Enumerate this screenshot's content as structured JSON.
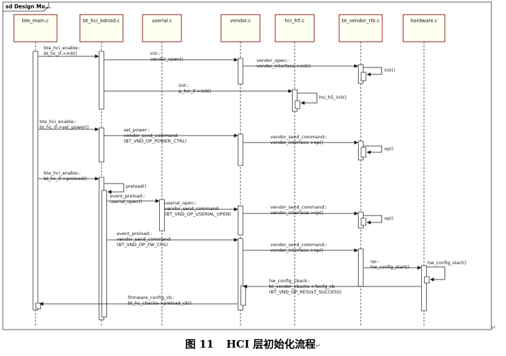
{
  "frame": {
    "title": "sd Design Mo..."
  },
  "participants": [
    {
      "name": "bte_main.c"
    },
    {
      "name": "bt_hci_bdroid.c"
    },
    {
      "name": "userial.c"
    },
    {
      "name": "vendor.c"
    },
    {
      "name": "hci_h5.c"
    },
    {
      "name": "bt_vendor_rtk.c"
    },
    {
      "name": "hardware.c"
    }
  ],
  "messages": [
    {
      "lines": [
        "bte_hci_enable::",
        "bt_hc_if->init()"
      ]
    },
    {
      "lines": [
        "init::",
        "vendor_open()"
      ]
    },
    {
      "lines": [
        "vendor_open::",
        "vendor_interface->init()"
      ]
    },
    {
      "lines": [
        "init()"
      ]
    },
    {
      "lines": [
        "init::",
        "p_hci_if->init()"
      ]
    },
    {
      "lines": [
        "hci_h5_init()"
      ]
    },
    {
      "lines": [
        "bte_hci_enable::",
        "bt_hc_if->set_power()"
      ]
    },
    {
      "lines": [
        "set_power::",
        "vendor_send_command",
        "(BT_VND_OP_POWER_CTRL)"
      ]
    },
    {
      "lines": [
        "vendor_send_command::",
        "vendor_interface->op()"
      ]
    },
    {
      "lines": [
        "op()"
      ]
    },
    {
      "lines": [
        "bte_hci_enable::",
        "bt_hc_if->preload()"
      ]
    },
    {
      "lines": [
        "preload()"
      ]
    },
    {
      "lines": [
        "event_preload::",
        "userial_open()"
      ]
    },
    {
      "lines": [
        "userial_open::",
        "vendor_send_command",
        "(BT_VND_OP_USERIAL_OPEN)"
      ]
    },
    {
      "lines": [
        "vendor_send_command::",
        "vendor_interface->op()"
      ]
    },
    {
      "lines": [
        "op()"
      ]
    },
    {
      "lines": [
        "event_preload::",
        "vendor_send_command",
        "(BT_VND_OP_FW_CFG)"
      ]
    },
    {
      "lines": [
        "vendor_send_command::",
        "vendor_interface->op()"
      ]
    },
    {
      "lines": [
        "op::",
        "hw_config_start()"
      ]
    },
    {
      "lines": [
        "hw_config_start()"
      ]
    },
    {
      "lines": [
        "hw_config_cback::",
        "bt_vendor_cbacks->fwcfg_cb",
        "(BT_VND_OP_RESULT_SUCCESS)"
      ]
    },
    {
      "lines": [
        "firmware_config_cb::",
        "bt_hc_cbacks->preload_cb()"
      ]
    }
  ],
  "caption": {
    "number": "图 11",
    "title": "HCI 层初始化流程",
    "mark": "↵"
  },
  "corner_mark": "↵"
}
